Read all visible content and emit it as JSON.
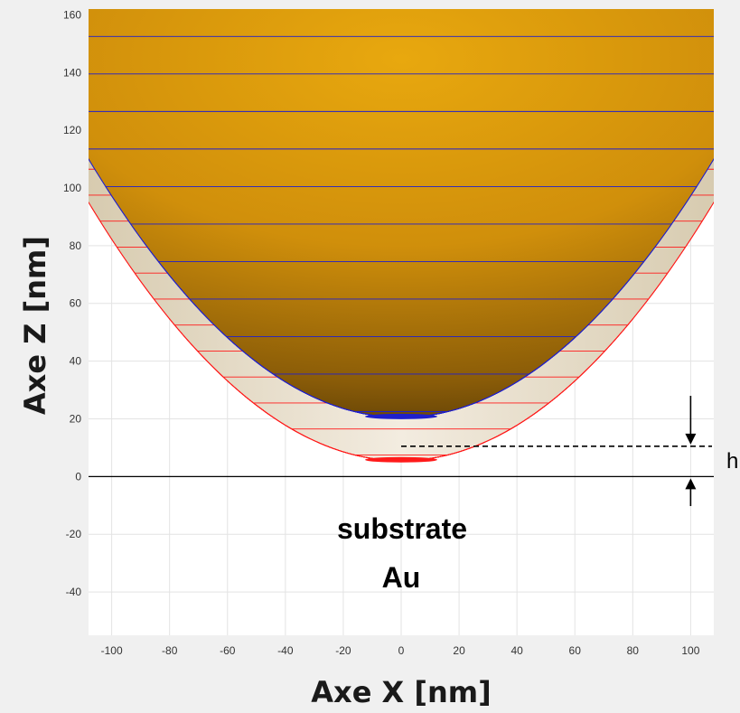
{
  "chart_data": {
    "type": "surface",
    "xlabel": "Axe X [nm]",
    "ylabel": "Axe Z [nm]",
    "xlim": [
      -108,
      108
    ],
    "ylim": [
      -55,
      162
    ],
    "x_ticks": [
      -100,
      -80,
      -60,
      -40,
      -20,
      0,
      20,
      40,
      60,
      80,
      100
    ],
    "y_ticks": [
      -40,
      -20,
      0,
      20,
      40,
      60,
      80,
      100,
      120,
      140,
      160
    ],
    "grid": true,
    "substrate_line_z": 0,
    "annotations": {
      "substrate_line1": "substrate",
      "substrate_line2": "Au",
      "gap_label": "h"
    },
    "gap": {
      "x": 100,
      "z_top": 10.5,
      "z_bottom": 0
    },
    "surfaces": [
      {
        "name": "tip",
        "apex_z": 20.5,
        "wall_z_at_edge": 110,
        "fill": "#d9980e",
        "mesh_color": "#1f1fcc"
      },
      {
        "name": "coating",
        "apex_z": 5.5,
        "wall_z_at_edge": 95,
        "fill": "#eae0cc",
        "mesh_color": "#ff1a1a"
      }
    ],
    "colors": {
      "background": "#f0f0f0",
      "plot_bg": "#ffffff",
      "grid": "#e3e3e3"
    }
  }
}
